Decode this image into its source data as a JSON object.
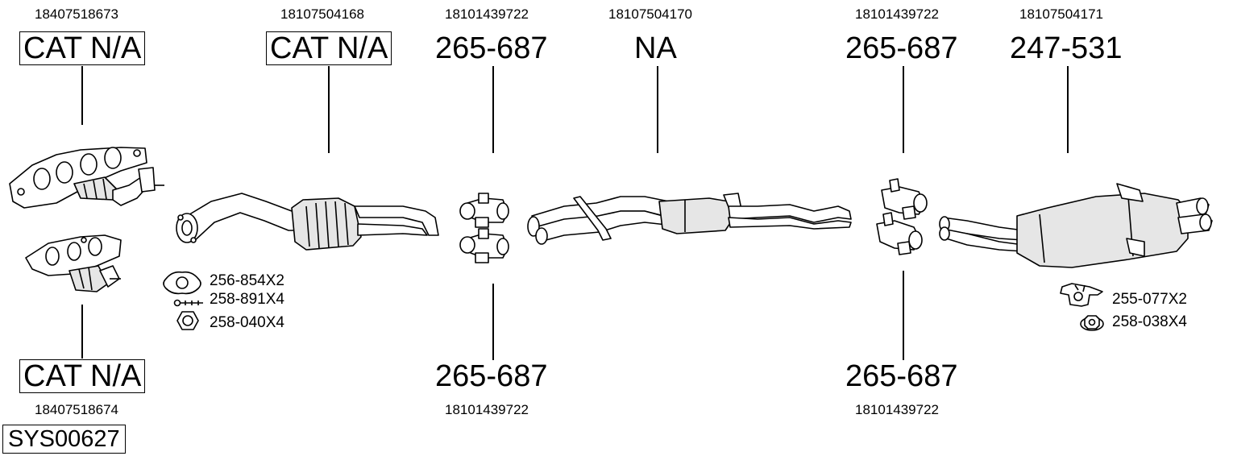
{
  "parts": [
    {
      "oe": "18407518673",
      "ref": "CAT N/A"
    },
    {
      "oe": "18107504168",
      "ref": "CAT N/A"
    },
    {
      "oe": "18101439722",
      "ref": "265-687"
    },
    {
      "oe": "18107504170",
      "ref": "NA"
    },
    {
      "oe": "18101439722",
      "ref": "265-687"
    },
    {
      "oe": "18107504171",
      "ref": "247-531"
    },
    {
      "oe": "18407518674",
      "ref": "CAT N/A"
    },
    {
      "oe": "18101439722",
      "ref": "265-687"
    },
    {
      "oe": "18101439722",
      "ref": "265-687"
    }
  ],
  "accessories": [
    {
      "code": "256-854X2",
      "icon": "gasket-icon"
    },
    {
      "code": "258-891X4",
      "icon": "bolt-icon"
    },
    {
      "code": "258-040X4",
      "icon": "nut-icon"
    },
    {
      "code": "255-077X2",
      "icon": "rubber-mount-icon"
    },
    {
      "code": "258-038X4",
      "icon": "flange-nut-icon"
    }
  ],
  "system_code": "SYS00627"
}
